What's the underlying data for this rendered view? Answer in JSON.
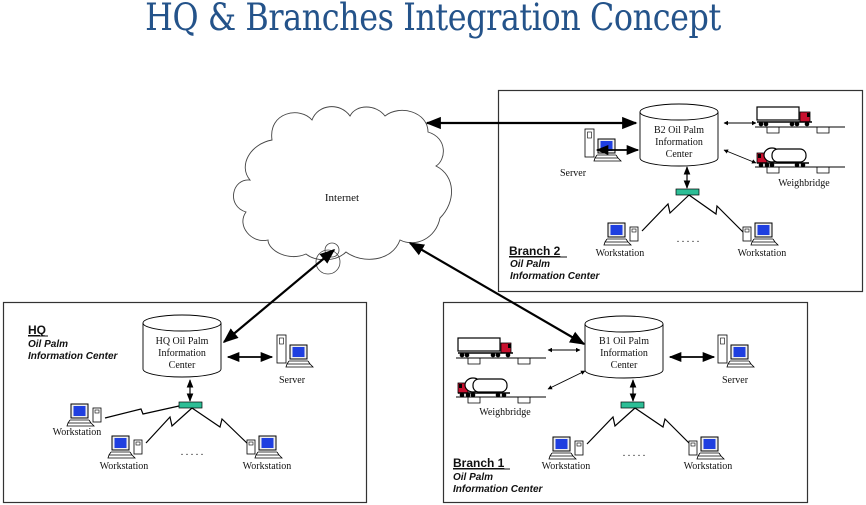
{
  "title": "HQ & Branches Integration Concept",
  "colors": {
    "title": "#24538A",
    "hub": "#2DBE96",
    "screen": "#1F3FE0",
    "truck_cab": "#C8102E",
    "border": "#333333"
  },
  "internet": {
    "label": "Internet",
    "icon": "cloud-icon"
  },
  "sites": {
    "hq": {
      "name": "HQ",
      "sub1": "Oil Palm",
      "sub2": "Information Center",
      "db": [
        "HQ Oil Palm",
        "Information",
        "Center"
      ],
      "server_label": "Server",
      "workstations": [
        "Workstation",
        "Workstation",
        "Workstation"
      ],
      "ellipsis": ". . . . ."
    },
    "branch1": {
      "name": "Branch 1",
      "sub1": "Oil Palm",
      "sub2": "Information Center",
      "db": [
        "B1 Oil Palm",
        "Information",
        "Center"
      ],
      "server_label": "Server",
      "weighbridge_label": "Weighbridge",
      "workstations": [
        "Workstation",
        "Workstation"
      ],
      "ellipsis": ". . . . ."
    },
    "branch2": {
      "name": "Branch 2",
      "sub1": "Oil Palm",
      "sub2": "Information Center",
      "db": [
        "B2 Oil Palm",
        "Information",
        "Center"
      ],
      "server_label": "Server",
      "weighbridge_label": "Weighbridge",
      "workstations": [
        "Workstation",
        "Workstation"
      ],
      "ellipsis": ". . . . ."
    }
  },
  "connections": [
    {
      "from": "HQ Oil Palm Information Center",
      "to": "Internet",
      "type": "bidirectional"
    },
    {
      "from": "B1 Oil Palm Information Center",
      "to": "Internet",
      "type": "bidirectional"
    },
    {
      "from": "Internet",
      "to": "B2 Oil Palm Information Center",
      "type": "bidirectional"
    }
  ]
}
